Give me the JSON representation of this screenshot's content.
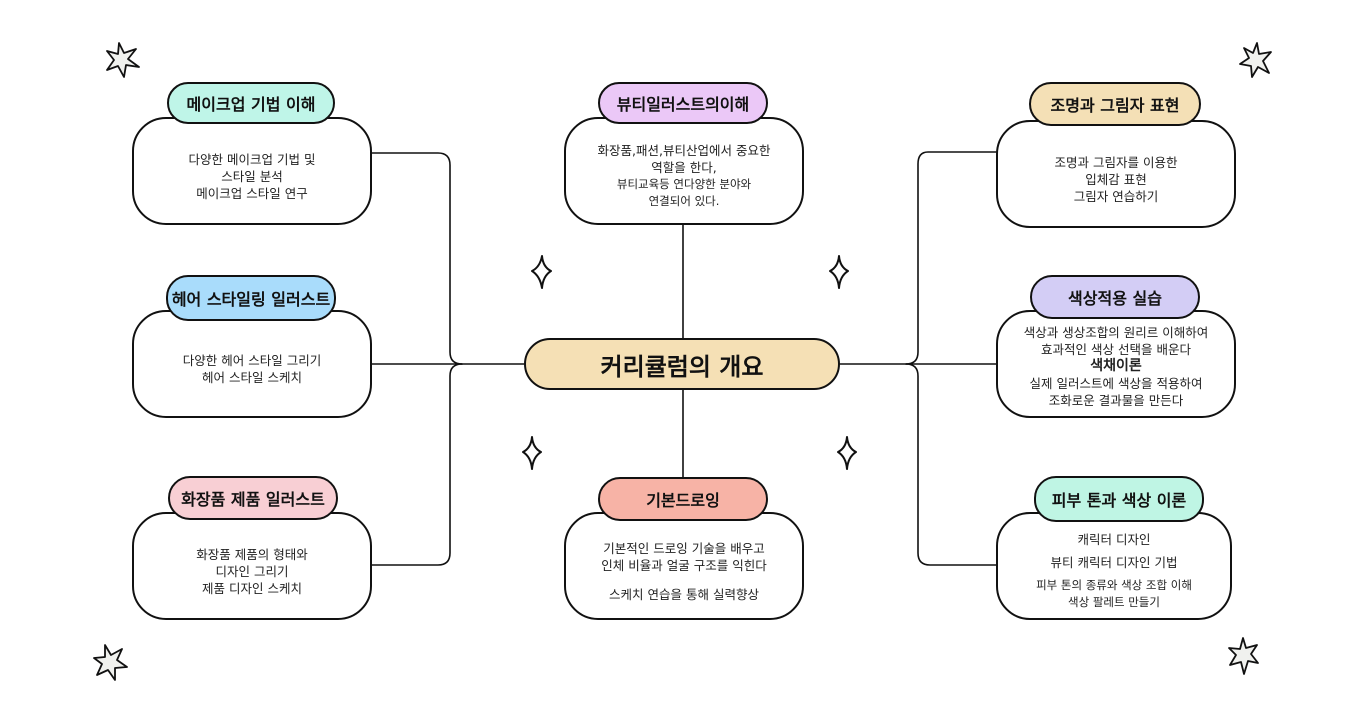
{
  "title": "커리큘럼의 개요",
  "colors": {
    "center": "#f5e0b5",
    "mint": "#bff5e8",
    "lilac": "#ebc8f7",
    "sand": "#f4e0b6",
    "sky": "#a9dcfb",
    "lavender": "#d3cdf5",
    "pink": "#f8cfd4",
    "salmon": "#f7b3a6",
    "teal": "#bff5e4",
    "star_fill": "#f0f1ee",
    "stroke": "#111111"
  },
  "topics": [
    {
      "id": "makeup",
      "title": "메이크업 기법 이해",
      "color": "#bff5e8",
      "lines": [
        "다양한 메이크업 기법 및",
        "스타일 분석",
        "메이크업 스타일 연구"
      ]
    },
    {
      "id": "beauty-illust",
      "title": "뷰티일러스트의이해",
      "color": "#ebc8f7",
      "lines": [
        "화장품,패션,뷰티산업에서 중요한",
        "역할을 한다,",
        "뷰티교육등 연다양한 분야와",
        "연결되어 있다."
      ]
    },
    {
      "id": "lighting",
      "title": "조명과 그림자 표현",
      "color": "#f4e0b6",
      "lines": [
        "조명과 그림자를 이용한",
        "입체감 표현",
        "그림자 연습하기"
      ]
    },
    {
      "id": "hair",
      "title": "헤어 스타일링 일러스트",
      "color": "#a9dcfb",
      "lines": [
        "다양한 헤어 스타일 그리기",
        "헤어 스타일 스케치"
      ]
    },
    {
      "id": "color",
      "title": "색상적용 실습",
      "color": "#d3cdf5",
      "lines": [
        "색상과 생상조합의 원리르 이해하여",
        "효과적인 색상 선택을 배운다",
        "색채이론",
        "실제 일러스트에 색상을 적용하여",
        "조화로운 결과물을 만든다"
      ]
    },
    {
      "id": "cosmetics",
      "title": "화장품 제품 일러스트",
      "color": "#f8cfd4",
      "lines": [
        "화장품 제품의 형태와",
        "디자인 그리기",
        "제품 디자인 스케치"
      ]
    },
    {
      "id": "drawing",
      "title": "기본드로잉",
      "color": "#f7b3a6",
      "lines": [
        "기본적인 드로잉 기술을 배우고",
        "인체 비율과 얼굴 구조를 익힌다",
        "",
        "스케치 연습을 통해 실력향상"
      ]
    },
    {
      "id": "skin",
      "title": "피부 톤과 색상 이론",
      "color": "#bff5e4",
      "lines": [
        "캐릭터 디자인",
        "뷰티 캐릭터 디자인 기법",
        "피부 톤의 종류와 색상 조합 이해",
        "색상 팔레트 만들기"
      ]
    }
  ]
}
